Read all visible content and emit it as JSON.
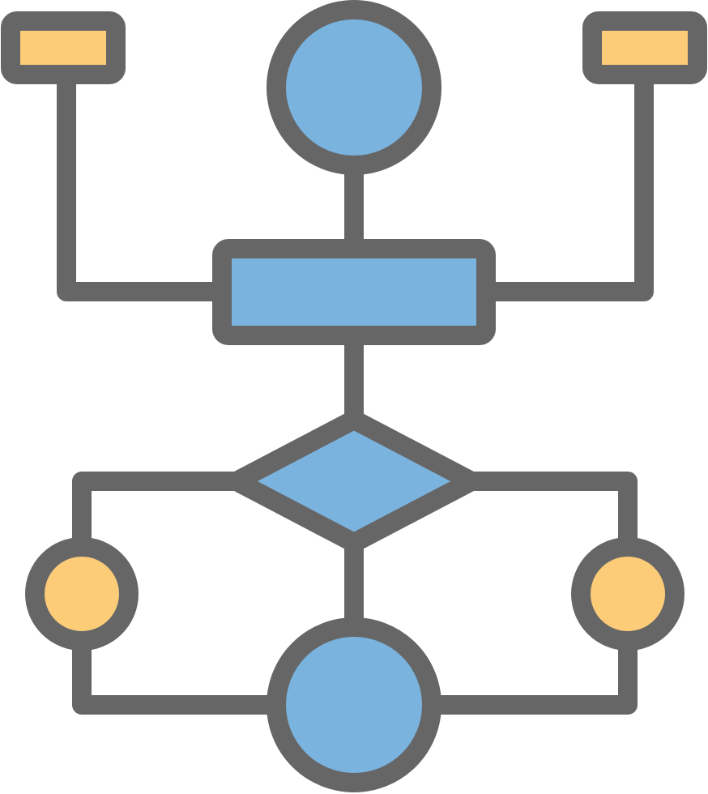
{
  "icon": {
    "name": "flowchart-icon",
    "colors": {
      "stroke": "#666666",
      "primary_fill": "#7AB3DE",
      "accent_fill": "#FCCC78",
      "background": "#FFFFFF"
    },
    "shapes": [
      {
        "id": "top-circle",
        "kind": "circle",
        "fill": "primary"
      },
      {
        "id": "top-left-rect",
        "kind": "rect",
        "fill": "accent"
      },
      {
        "id": "top-right-rect",
        "kind": "rect",
        "fill": "accent"
      },
      {
        "id": "process-rect",
        "kind": "rect",
        "fill": "primary"
      },
      {
        "id": "decision-diamond",
        "kind": "diamond",
        "fill": "primary"
      },
      {
        "id": "left-circle",
        "kind": "circle",
        "fill": "accent"
      },
      {
        "id": "right-circle",
        "kind": "circle",
        "fill": "accent"
      },
      {
        "id": "bottom-circle",
        "kind": "circle",
        "fill": "primary"
      }
    ]
  }
}
